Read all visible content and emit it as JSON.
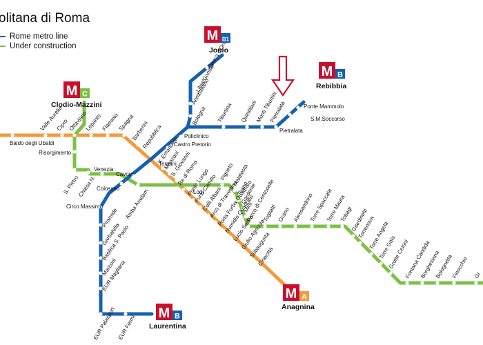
{
  "title": "olitana di Roma",
  "legend": [
    {
      "label": "Rome metro line",
      "color": "#1a5fb4"
    },
    {
      "label": "Under construction",
      "color": "#7bc143"
    }
  ],
  "colors": {
    "line_a": "#f39a3d",
    "line_b": "#1560b0",
    "line_c": "#7bc143",
    "logo_m": "#c8102e",
    "arrow": "#c8102e"
  },
  "terminals": [
    {
      "id": "jonio",
      "name": "Jonio",
      "line": "B1",
      "line_color": "#1560b0"
    },
    {
      "id": "rebibbia",
      "name": "Rebibbia",
      "line": "B",
      "line_color": "#1560b0"
    },
    {
      "id": "clodio",
      "name": "Clodio-Mazzini",
      "line": "C",
      "line_color": "#7bc143"
    },
    {
      "id": "laurentina",
      "name": "Laurentina",
      "line": "B",
      "line_color": "#1560b0"
    },
    {
      "id": "anagnina",
      "name": "Anagnina",
      "line": "A",
      "line_color": "#f39a3d"
    }
  ],
  "stations": {
    "line_a": [
      "Baldo degli Ubaldi",
      "Valle Aurelia",
      "Cipro",
      "Ottaviano",
      "Lepanto",
      "Flaminio",
      "Spagna",
      "Barberini",
      "Repubblica",
      "Termini",
      "V. Emanuele",
      "Manzoni",
      "S. Giovanni",
      "Re di Roma",
      "Ponte Lungo",
      "Furio Camillo",
      "Colli Albani",
      "Arco di Travertino",
      "Porta Furba-Quadraro",
      "Numidio Quadrato",
      "Lucio Sestio",
      "Giulio Agricola",
      "Subaugusta",
      "Cinecittà"
    ],
    "line_b": [
      "Circo Massimo",
      "Piramide",
      "Garbatella",
      "Basilica S. Paolo",
      "Marconi",
      "EUR Magliana",
      "EUR Palasport",
      "EUR Fermi",
      "Colosseo",
      "Cavour",
      "Castro Pretorio",
      "Policlinico",
      "Bologna",
      "Tiburtina",
      "Quintiliani",
      "Monti Tiburtini",
      "Pietralata",
      "S.M.Soccorso",
      "Ponte Mammolo",
      "Annibaliano",
      "Libia/Gondar",
      "Conca d'Oro"
    ],
    "line_c": [
      "Risorgimento",
      "S. Pietro",
      "Chiesa N.",
      "Venezia",
      "Amba Aradam",
      "Lodi",
      "Pigneto",
      "Malatesta",
      "Teano",
      "Gardenie",
      "Mirti",
      "Parco di Centocelle",
      "Togliatti",
      "Grano",
      "Alessandrino",
      "Torre Spaccata",
      "Torre Maura",
      "Tobagi",
      "Giardinetti",
      "Torrenova",
      "Torre Angela",
      "Torre Gaia",
      "Grotte Celoni",
      "Fontana Candida",
      "Borghesiana",
      "Bolognetta",
      "Finocchio",
      "Gr"
    ]
  }
}
